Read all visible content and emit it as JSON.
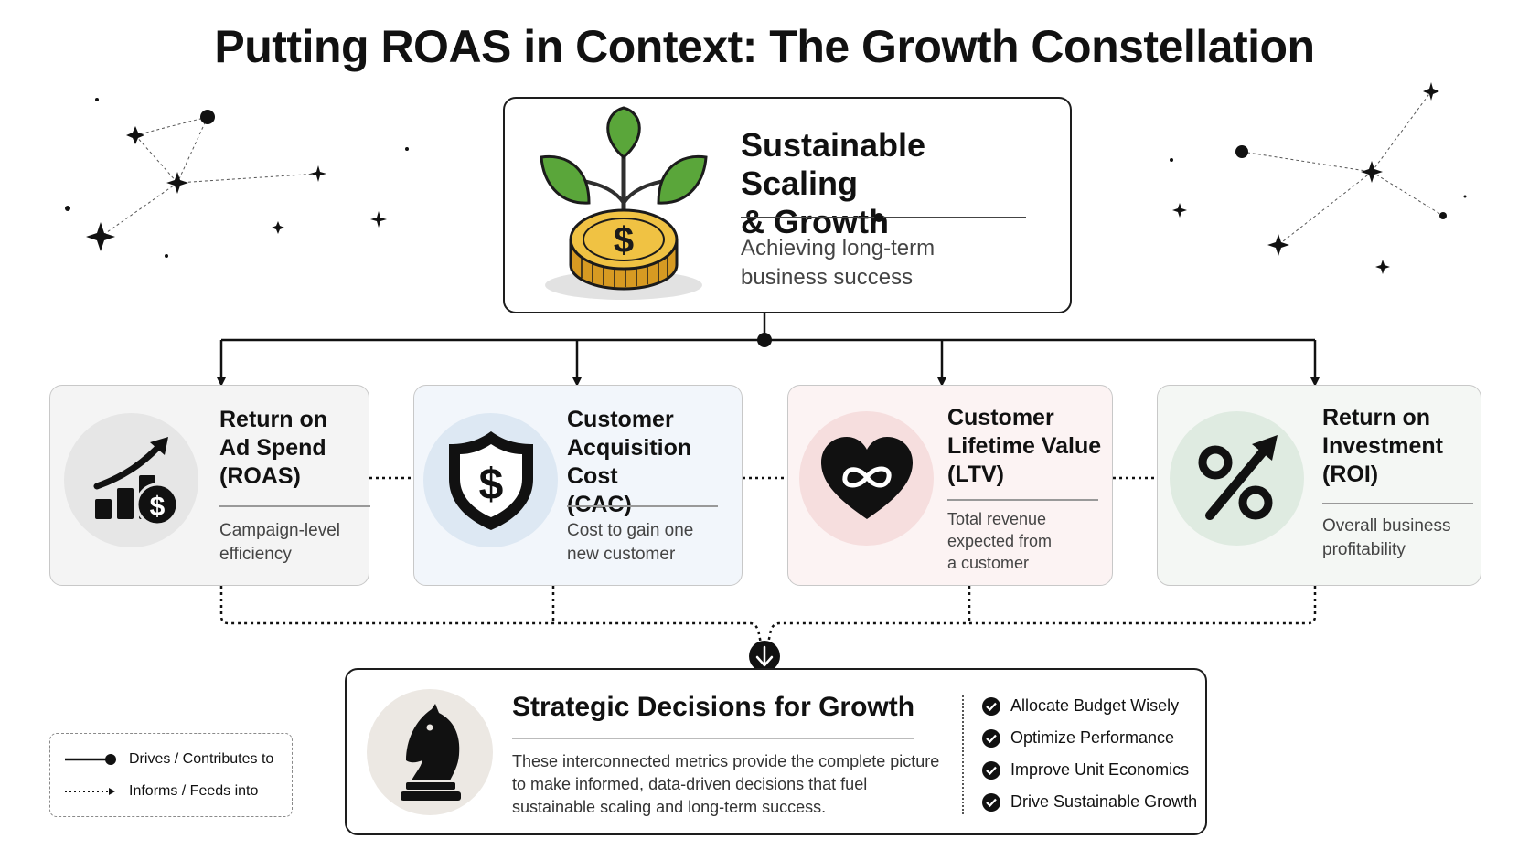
{
  "title": "Putting ROAS in Context: The Growth Constellation",
  "goal": {
    "title_line1": "Sustainable Scaling",
    "title_line2": "& Growth",
    "subtitle_line1": "Achieving long-term",
    "subtitle_line2": "business success",
    "icon": "plant-coin-icon"
  },
  "metrics": [
    {
      "title": [
        "Return on",
        "Ad Spend",
        "(ROAS)"
      ],
      "desc": [
        "Campaign-level",
        "efficiency"
      ],
      "icon": "bar-chart-dollar-icon",
      "tint": "#f4f4f4",
      "circle": "#e6e6e6"
    },
    {
      "title": [
        "Customer",
        "Acquisition Cost",
        "(CAC)"
      ],
      "desc": [
        "Cost to gain one",
        "new customer"
      ],
      "icon": "shield-dollar-icon",
      "tint": "#f2f6fb",
      "circle": "#dde8f3"
    },
    {
      "title": [
        "Customer",
        "Lifetime Value",
        "(LTV)"
      ],
      "desc": [
        "Total revenue",
        "expected from",
        "a customer"
      ],
      "icon": "heart-infinity-icon",
      "tint": "#fcf3f3",
      "circle": "#f6dede"
    },
    {
      "title": [
        "Return on",
        "Investment",
        "(ROI)"
      ],
      "desc": [
        "Overall business",
        "profitability"
      ],
      "icon": "percent-arrow-icon",
      "tint": "#f4f7f4",
      "circle": "#dfebe1"
    }
  ],
  "decisions": {
    "title": "Strategic Decisions for Growth",
    "desc_line1": "These interconnected metrics provide the complete picture",
    "desc_line2": "to make informed, data-driven decisions that fuel",
    "desc_line3": "sustainable scaling and long-term success.",
    "icon": "chess-knight-icon",
    "checklist": [
      "Allocate Budget Wisely",
      "Optimize Performance",
      "Improve Unit Economics",
      "Drive Sustainable Growth"
    ]
  },
  "legend": {
    "solid_label": "Drives / Contributes to",
    "dotted_label": "Informs / Feeds into"
  },
  "colors": {
    "ink": "#111111",
    "coin_gold": "#f0c243",
    "leaf_green": "#5aa63a"
  }
}
